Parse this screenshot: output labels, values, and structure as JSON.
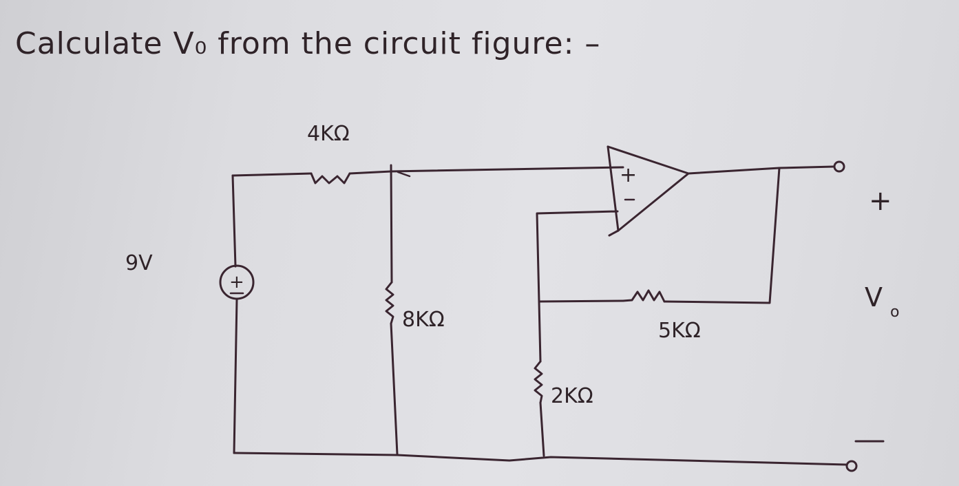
{
  "question": {
    "text": "Calculate V₀ from the circuit figure: –"
  },
  "circuit": {
    "source": {
      "label": "9V",
      "polarity_top": "+",
      "polarity_bottom": "–"
    },
    "resistors": [
      {
        "id": "R1",
        "label": "4KΩ",
        "value_kohm": 4,
        "placement": "series from source to op-amp + input node"
      },
      {
        "id": "R2",
        "label": "8KΩ",
        "value_kohm": 8,
        "placement": "shunt from + input node to ground"
      },
      {
        "id": "R3",
        "label": "2KΩ",
        "value_kohm": 2,
        "placement": "from inverting input node to ground"
      },
      {
        "id": "R4",
        "label": "5KΩ",
        "value_kohm": 5,
        "placement": "feedback from output to inverting input"
      }
    ],
    "opamp": {
      "plus_label": "+",
      "minus_label": "–"
    },
    "output": {
      "plus_label": "+",
      "minus_label": "–",
      "voltage_label": "V",
      "voltage_subscript": "o"
    }
  },
  "colors": {
    "ink": "#3a2530",
    "paper": "#dcdce0"
  }
}
